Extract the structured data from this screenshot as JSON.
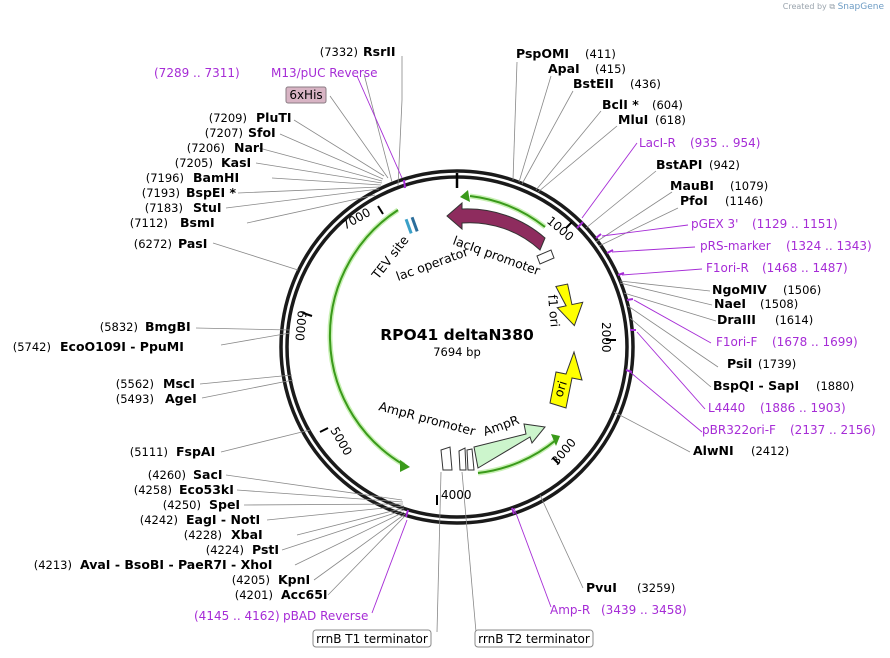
{
  "credit": {
    "prefix": "Created by",
    "brand": "SnapGene"
  },
  "plasmid": {
    "name": "RPO41 deltaN380",
    "length_label": "7694 bp"
  },
  "ticks": [
    "1000",
    "2000",
    "3000",
    "4000",
    "5000",
    "6000",
    "7000"
  ],
  "enzymes": [
    {
      "id": "rsrii",
      "name": "RsrII",
      "pos": "(7332)"
    },
    {
      "id": "plut1",
      "name": "PluTI",
      "pos": "(7209)"
    },
    {
      "id": "sfoi",
      "name": "SfoI",
      "pos": "(7207)"
    },
    {
      "id": "nari",
      "name": "NarI",
      "pos": "(7206)"
    },
    {
      "id": "kasi",
      "name": "KasI",
      "pos": "(7205)"
    },
    {
      "id": "bamhi",
      "name": "BamHI",
      "pos": "(7196)"
    },
    {
      "id": "bspei",
      "name": "BspEI *",
      "pos": "(7193)"
    },
    {
      "id": "stui",
      "name": "StuI",
      "pos": "(7183)"
    },
    {
      "id": "bsmi",
      "name": "BsmI",
      "pos": "(7112)"
    },
    {
      "id": "psti1",
      "name": "PasI",
      "pos": "(6272)"
    },
    {
      "id": "bmgbi",
      "name": "BmgBI",
      "pos": "(5832)"
    },
    {
      "id": "ecoo109i",
      "name": "EcoO109I  - PpuMI",
      "pos": "(5742)"
    },
    {
      "id": "msci",
      "name": "MscI",
      "pos": "(5562)"
    },
    {
      "id": "agei",
      "name": "AgeI",
      "pos": "(5493)"
    },
    {
      "id": "fspai",
      "name": "FspAI",
      "pos": "(5111)"
    },
    {
      "id": "saci",
      "name": "SacI",
      "pos": "(4260)"
    },
    {
      "id": "eco53ki",
      "name": "Eco53kI",
      "pos": "(4258)"
    },
    {
      "id": "spei",
      "name": "SpeI",
      "pos": "(4250)"
    },
    {
      "id": "eagi",
      "name": "EagI  - NotI",
      "pos": "(4242)"
    },
    {
      "id": "xbai",
      "name": "XbaI",
      "pos": "(4228)"
    },
    {
      "id": "psti",
      "name": "PstI",
      "pos": "(4224)"
    },
    {
      "id": "avai",
      "name": "AvaI  - BsoBI  - PaeR7I  - XhoI",
      "pos": "(4213)"
    },
    {
      "id": "kpni",
      "name": "KpnI",
      "pos": "(4205)"
    },
    {
      "id": "acc65i",
      "name": "Acc65I",
      "pos": "(4201)"
    },
    {
      "id": "pspomi",
      "name": "PspOMI",
      "pos": "(411)"
    },
    {
      "id": "apai",
      "name": "ApaI",
      "pos": "(415)"
    },
    {
      "id": "bsteii",
      "name": "BstEII",
      "pos": "(436)"
    },
    {
      "id": "bcli",
      "name": "BclI *",
      "pos": "(604)"
    },
    {
      "id": "mlui",
      "name": "MluI",
      "pos": "(618)"
    },
    {
      "id": "bstapi",
      "name": "BstAPI",
      "pos": "(942)"
    },
    {
      "id": "maubi",
      "name": "MauBI",
      "pos": "(1079)"
    },
    {
      "id": "pfoi",
      "name": "PfoI",
      "pos": "(1146)"
    },
    {
      "id": "ngomiv",
      "name": "NgoMIV",
      "pos": "(1506)"
    },
    {
      "id": "naei",
      "name": "NaeI",
      "pos": "(1508)"
    },
    {
      "id": "draiii",
      "name": "DraIII",
      "pos": "(1614)"
    },
    {
      "id": "psii",
      "name": "PsiI",
      "pos": "(1739)"
    },
    {
      "id": "bspqi",
      "name": "BspQI  - SapI",
      "pos": "(1880)"
    },
    {
      "id": "alwni",
      "name": "AlwNI",
      "pos": "(2412)"
    },
    {
      "id": "pvui",
      "name": "PvuI",
      "pos": "(3259)"
    }
  ],
  "primers": [
    {
      "id": "m13",
      "pos": "(7289 .. 7311)",
      "name": "M13/pUC Reverse"
    },
    {
      "id": "pbad",
      "pos": "(4145 .. 4162)",
      "name": "pBAD Reverse"
    },
    {
      "id": "laci_r",
      "name": "LacI-R",
      "pos": "(935 .. 954)"
    },
    {
      "id": "pgex3",
      "name": "pGEX 3'",
      "pos": "(1129 .. 1151)"
    },
    {
      "id": "prs",
      "name": "pRS-marker",
      "pos": "(1324 .. 1343)"
    },
    {
      "id": "f1ori_r",
      "name": "F1ori-R",
      "pos": "(1468 .. 1487)"
    },
    {
      "id": "f1ori_f",
      "name": "F1ori-F",
      "pos": "(1678 .. 1699)"
    },
    {
      "id": "l4440",
      "name": "L4440",
      "pos": "(1886 .. 1903)"
    },
    {
      "id": "pbr322",
      "name": "pBR322ori-F",
      "pos": "(2137 .. 2156)"
    },
    {
      "id": "ampr",
      "name": "Amp-R",
      "pos": "(3439 .. 3458)"
    }
  ],
  "features": {
    "laci": "lacI",
    "laciq_promoter": "lacIq promoter",
    "tev_site": "TEV site",
    "lac_operator": "lac operator",
    "f1_ori": "f1 ori",
    "ori": "ori",
    "ampr": "AmpR",
    "ampr_promoter": "AmpR promoter"
  },
  "boxed_labels": {
    "his6": "6xHis",
    "rrnb_t1": "rrnB T1 terminator",
    "rrnb_t2": "rrnB T2 terminator"
  },
  "colors": {
    "primer": "#a62cd6",
    "laci": "#8e2c5e",
    "f1_ori": "#ffff00",
    "ori": "#ffff00",
    "ampr": "#ccf5cc",
    "orf_arrow": "#3a9a1a",
    "his6_fill": "#d8b4c4"
  }
}
